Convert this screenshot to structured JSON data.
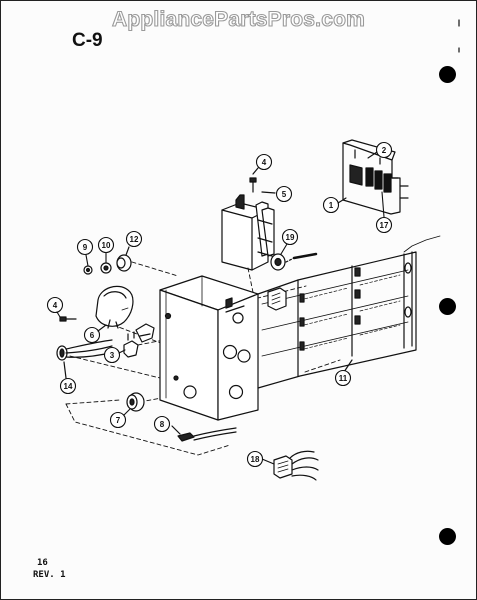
{
  "header": {
    "watermark": "AppliancePartsPros.com",
    "page_code": "C-9"
  },
  "footer": {
    "page_number": "16",
    "revision": "REV. 1"
  },
  "callouts": [
    {
      "id": "c1",
      "label": "1"
    },
    {
      "id": "c2",
      "label": "2"
    },
    {
      "id": "c17",
      "label": "17"
    },
    {
      "id": "c4a",
      "label": "4"
    },
    {
      "id": "c5",
      "label": "5"
    },
    {
      "id": "c19",
      "label": "19"
    },
    {
      "id": "c9",
      "label": "9"
    },
    {
      "id": "c10",
      "label": "10"
    },
    {
      "id": "c12",
      "label": "12"
    },
    {
      "id": "c4b",
      "label": "4"
    },
    {
      "id": "c6",
      "label": "6"
    },
    {
      "id": "c3",
      "label": "3"
    },
    {
      "id": "c14",
      "label": "14"
    },
    {
      "id": "c7",
      "label": "7"
    },
    {
      "id": "c8",
      "label": "8"
    },
    {
      "id": "c11",
      "label": "11"
    },
    {
      "id": "c18",
      "label": "18"
    }
  ]
}
